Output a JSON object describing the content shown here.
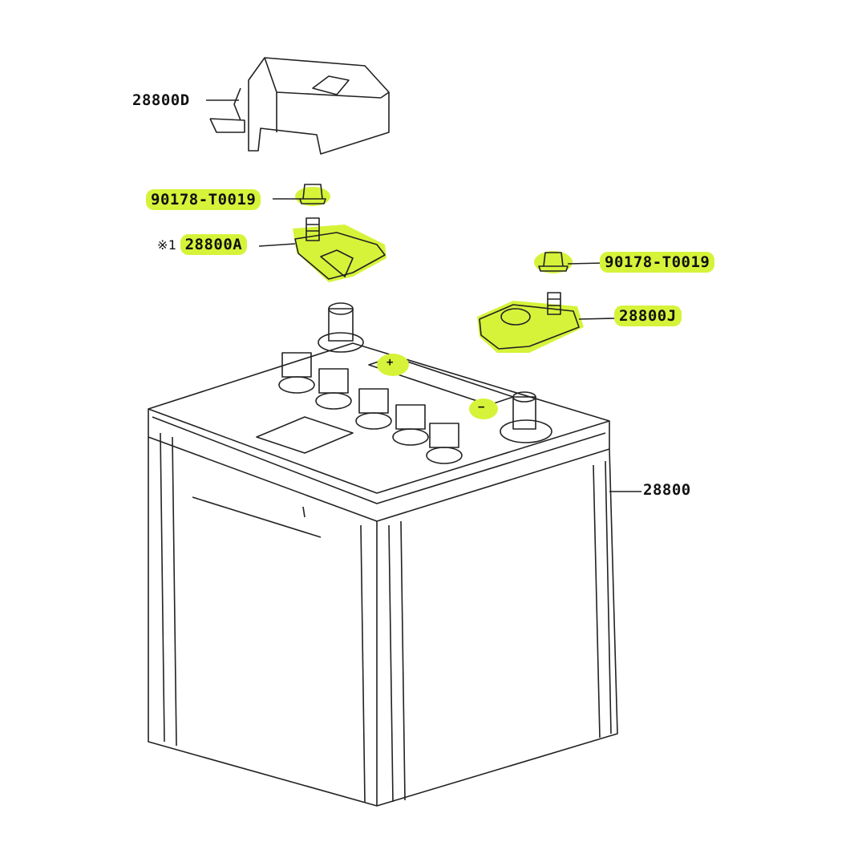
{
  "labels": {
    "cover": "28800D",
    "nut_left": "90178-T0019",
    "positive_terminal": "28800A",
    "positive_terminal_mark": "※1",
    "nut_right": "90178-T0019",
    "negative_terminal": "28800J",
    "battery": "28800"
  },
  "terminal_marks": {
    "positive": "+",
    "negative": "−"
  },
  "colors": {
    "highlight": "#d6f33a",
    "line": "#222222"
  }
}
